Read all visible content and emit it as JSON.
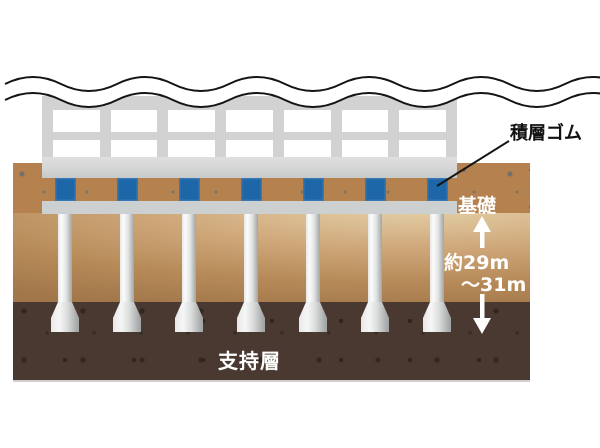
{
  "diagram": {
    "title_context": "seismic-isolated building foundation cross-section",
    "labels": {
      "bearing": "積層ゴム",
      "foundation": "基礎",
      "depth_line1": "約29m",
      "depth_line2": "〜31m",
      "support_layer": "支持層"
    },
    "counts": {
      "bearings": 7,
      "piles": 7,
      "building_bays": 7,
      "building_rows_visible": 2
    },
    "colors": {
      "bearing_blue": "#1d66a8",
      "upper_soil_brown": "#b5824f",
      "middle_soil_light": "#e6d2aa",
      "middle_soil_dark": "#a2774a",
      "support_layer_brown": "#4a3931",
      "structure_gray": "#d2d2d2",
      "slab_gray": "#ccd0d0",
      "annotation_white": "#ffffff",
      "line_black": "#151515"
    }
  }
}
